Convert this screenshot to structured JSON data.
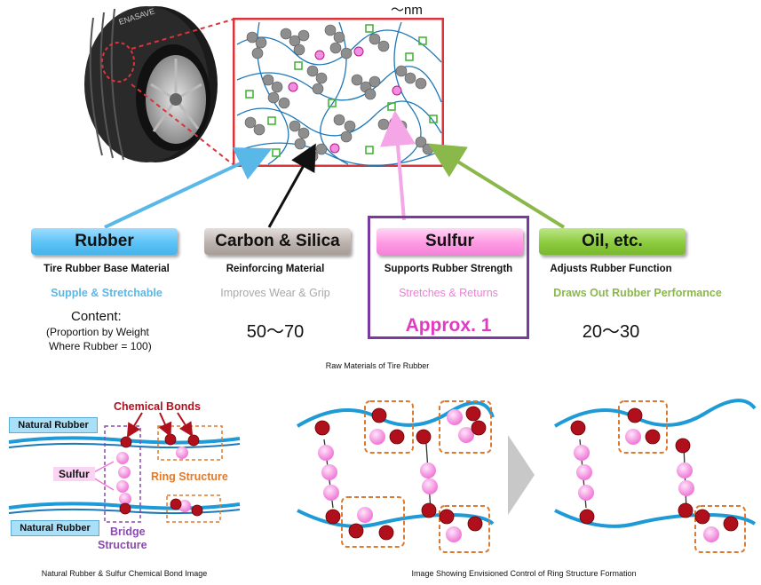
{
  "top": {
    "scale_label": "～nm",
    "caption": "Raw Materials of Tire Rubber",
    "tire_brand": "ENASAVE"
  },
  "materials": [
    {
      "name": "Rubber",
      "role": "Tire Rubber Base Material",
      "desc": "Supple & Stretchable",
      "color": "#5ab8e8"
    },
    {
      "name": "Carbon & Silica",
      "role": "Reinforcing Material",
      "desc": "Improves Wear & Grip",
      "value": "50～70",
      "color": "#a8a8a8"
    },
    {
      "name": "Sulfur",
      "role": "Supports Rubber Strength",
      "desc": "Stretches & Returns",
      "value": "Approx. 1",
      "color": "#f07dd8"
    },
    {
      "name": "Oil, etc.",
      "role": "Adjusts Rubber Function",
      "desc": "Draws Out Rubber Performance",
      "value": "20～30",
      "color": "#8ab84a"
    }
  ],
  "content_note": {
    "title": "Content:",
    "line1": "(Proportion by Weight",
    "line2": "Where Rubber = 100)"
  },
  "bond_image": {
    "natural_rubber_top": "Natural Rubber",
    "natural_rubber_bottom": "Natural Rubber",
    "chemical_bonds": "Chemical Bonds",
    "sulfur": "Sulfur",
    "ring_structure": "Ring Structure",
    "bridge_line1": "Bridge",
    "bridge_line2": "Structure",
    "caption": "Natural Rubber & Sulfur Chemical Bond Image"
  },
  "control_image": {
    "caption": "Image Showing Envisioned Control of Ring Structure Formation"
  },
  "colors": {
    "frame_red": "#d9343a",
    "sulfur_purple": "#7a3aa0",
    "chain_blue": "#1e9ad6",
    "bond_red": "#b0101c",
    "ring_orange": "#e07a2a",
    "bridge_purple": "#8a4ab0"
  }
}
